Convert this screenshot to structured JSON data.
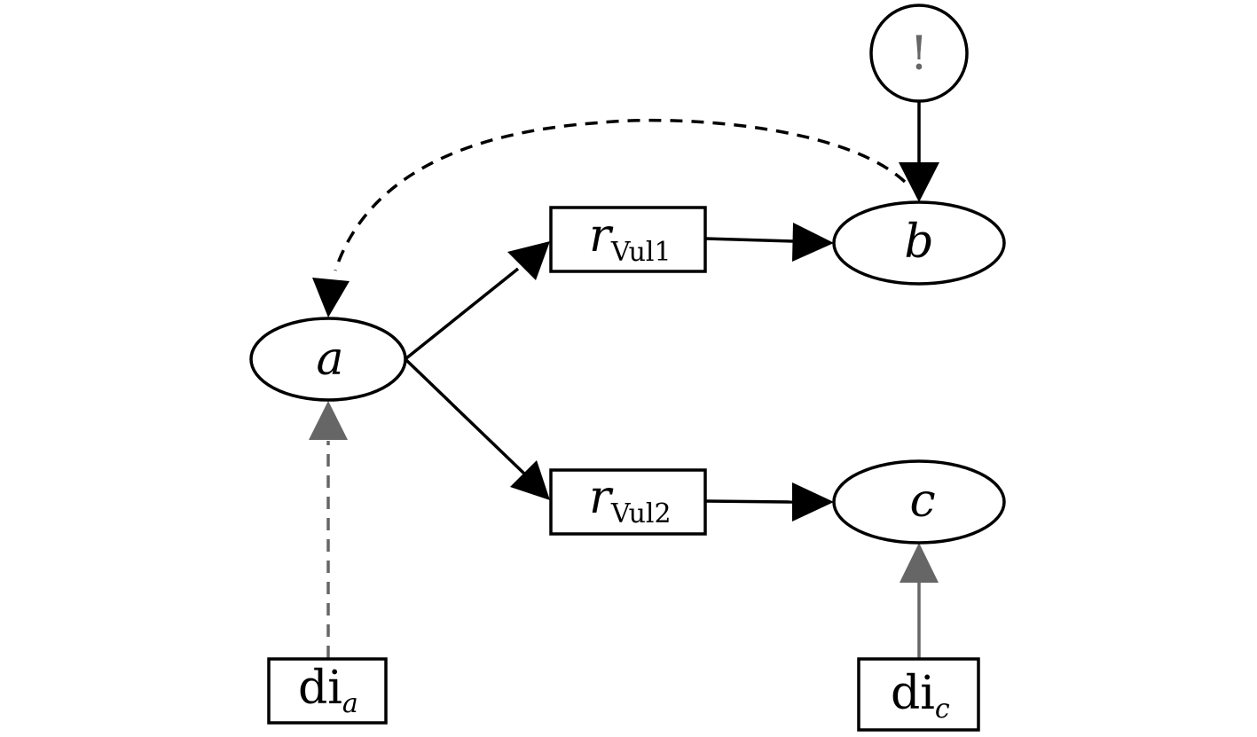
{
  "diagram": {
    "nodes": {
      "a": {
        "type": "ellipse",
        "label": "a"
      },
      "b": {
        "type": "ellipse",
        "label": "b"
      },
      "c": {
        "type": "ellipse",
        "label": "c"
      },
      "r_vul1": {
        "type": "rectangle",
        "label": "r",
        "subscript": "Vul1"
      },
      "r_vul2": {
        "type": "rectangle",
        "label": "r",
        "subscript": "Vul2"
      },
      "di_a": {
        "type": "rectangle",
        "label": "di",
        "subscript": "a"
      },
      "di_c": {
        "type": "rectangle",
        "label": "di",
        "subscript": "c"
      },
      "exclamation": {
        "type": "circle",
        "label": "!"
      }
    },
    "edges": [
      {
        "from": "a",
        "to": "r_vul1",
        "style": "solid",
        "color": "#000000"
      },
      {
        "from": "a",
        "to": "r_vul2",
        "style": "solid",
        "color": "#000000"
      },
      {
        "from": "r_vul1",
        "to": "b",
        "style": "solid",
        "color": "#000000"
      },
      {
        "from": "r_vul2",
        "to": "c",
        "style": "solid",
        "color": "#000000"
      },
      {
        "from": "b",
        "to": "a",
        "style": "dashed",
        "color": "#000000"
      },
      {
        "from": "exclamation",
        "to": "b",
        "style": "solid",
        "color": "#000000"
      },
      {
        "from": "di_a",
        "to": "a",
        "style": "dashed",
        "color": "#666666"
      },
      {
        "from": "di_c",
        "to": "c",
        "style": "solid",
        "color": "#666666"
      }
    ]
  }
}
